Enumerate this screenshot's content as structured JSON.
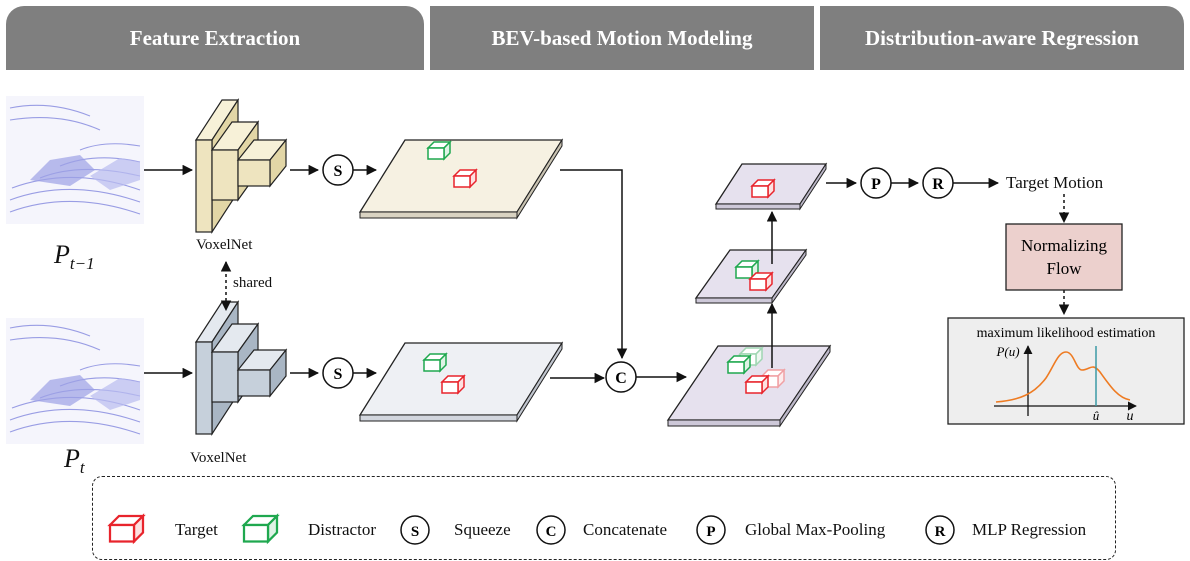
{
  "stages": [
    {
      "label": "Feature Extraction"
    },
    {
      "label": "BEV-based Motion Modeling"
    },
    {
      "label": "Distribution-aware Regression"
    }
  ],
  "inputs": {
    "prev_frame_label_base": "P",
    "prev_frame_label_sub": "t−1",
    "curr_frame_label_base": "P",
    "curr_frame_label_sub": "t"
  },
  "backbone": {
    "top_label": "VoxelNet",
    "bottom_label": "VoxelNet",
    "shared_label": "shared"
  },
  "ops": {
    "squeeze": "S",
    "concatenate": "C",
    "pooling": "P",
    "regression": "R"
  },
  "output": {
    "target_motion": "Target Motion",
    "flow_line1": "Normalizing",
    "flow_line2": "Flow",
    "mle_title": "maximum likelihood estimation",
    "plot_ylabel": "P(u)",
    "plot_xlabel": "u",
    "plot_estimate": "û"
  },
  "legend": {
    "target": "Target",
    "distractor": "Distractor",
    "squeeze": "Squeeze",
    "concatenate": "Concatenate",
    "pooling": "Global Max-Pooling",
    "regression": "MLP Regression"
  },
  "colors": {
    "stage_bg": "#7f7f7f",
    "target": "#e8242c",
    "distractor": "#1fa84f",
    "bev_prev": "#f6f1e2",
    "bev_curr": "#eef0f4",
    "bev_fused": "#e6e1ee",
    "voxelnet_prev": "#eee4bf",
    "voxelnet_curr": "#c6d0db",
    "flow_box": "#ecd0cd",
    "density_curve": "#ee7b22",
    "estimate_line": "#3b9aa6",
    "point_cloud": "#8a8ee0"
  }
}
